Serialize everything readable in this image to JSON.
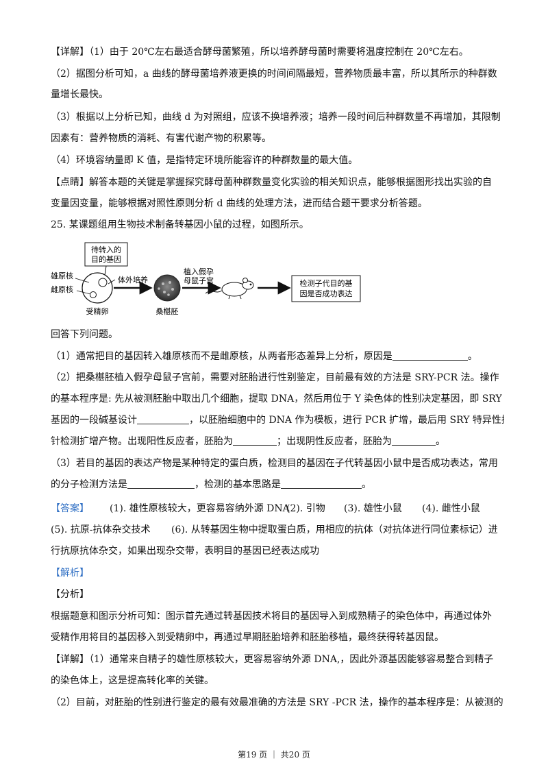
{
  "lines": {
    "l1": "【详解】（1）由于 20℃左右最适合酵母菌繁殖，所以培养酵母菌时需要将温度控制在 20℃左右。",
    "l2": "（2）据图分析可知，a 曲线的酵母菌培养液更换的时间间隔最短，营养物质最丰富，所以其所示的种群数",
    "l3": "量增长最快。",
    "l4": "（3）根据以上分析已知，曲线 d 为对照组，应该不换培养液；培养一段时间后种群数量不再增加，其限制",
    "l5": "因素有：营养物质的消耗、有害代谢产物的积累等。",
    "l6": "（4）环境容纳量即 K 值，是指特定环境所能容许的种群数量的最大值。",
    "l7": "【点睛】解答本题的关键是掌握探究酵母菌种群数量变化实验的相关知识点，能够根据图形找出实验的自",
    "l8": "变量因变量，能够根据对照性原则分析 d 曲线的处理方法，进而结合题干要求分析答题。",
    "l9": "25. 某课题组用生物技术制备转基因小鼠的过程，如图所示。",
    "l10": "回答下列问题。",
    "l11a": "（1）通常把目的基因转入雄原核而不是雌原核，从两者形态差异上分析，原因是",
    "l11b": "。",
    "l12": "（2）把桑椹胚植入假孕母鼠子宫前，需要对胚胎进行性别鉴定，目前最有效的方法是 SRY-PCR 法。操作",
    "l13": "的基本程序是: 先从被测胚胎中取出几个细胞，提取 DNA，然后用位于 Y 染色体的性别决定基因，即 SRY",
    "l14a": "基因的一段碱基设计",
    "l14b": "，以胚胎细胞中的 DNA 作为模板，进行 PCR 扩增，最后用 SRY 特异性探",
    "l15a": "针检测扩增产物。出现阳性反应者，胚胎为",
    "l15b": "；出现阴性反应者，胚胎为",
    "l15c": "。",
    "l16": "（3）若目的基因的表达产物是某种特定的蛋白质，检测目的基因在子代转基因小鼠中是否成功表达，常用",
    "l17a": "的分子检测方法是",
    "l17b": "，检测的基本思路是",
    "l17c": "。",
    "ans_label": "【答案】",
    "ans1": "(1). 雄性原核较大，更容易容纳外源 DNA",
    "ans2": "(2). 引物",
    "ans3": "(3). 雄性小鼠",
    "ans4": "(4). 雌性小鼠",
    "ans5": "(5). 抗原-抗体杂交技术",
    "ans6": "(6). 从转基因生物中提取蛋白质，用相应的抗体（对抗体进行同位素标记）进",
    "l19": "行抗原抗体杂交，如果出现杂交带，表明目的基因已经表达成功",
    "jiexi": "【解析】",
    "fenxi": "【分析】",
    "l22": "根据题意和图示分析可知：图示首先通过转基因技术将目的基因导入到成熟精子的染色体中，再通过体外",
    "l23": "受精作用将目的基因移入到受精卵中，再通过早期胚胎培养和胚胎移植，最终获得转基因鼠。",
    "l24": "【详解】（1）通常来自精子的雄性原核较大，更容易容纳外源 DNA,，因此外源基因能够容易整合到精子",
    "l25": "的染色体上，这是提高转化率的关键。",
    "l26": "（2）目前，对胚胎的性别进行鉴定的最有效最准确的方法是 SRY -PCR 法，操作的基本程序是：从被测的"
  },
  "figure": {
    "gene_box": [
      "待转入的",
      "目的基因"
    ],
    "male_nucleus": "雄原核",
    "female_nucleus": "雌原核",
    "fertilized_egg": "受精卵",
    "in_vitro_culture": "体外培养",
    "morula": "桑椹胚",
    "implant_label": [
      "植入假孕",
      "母鼠子宫"
    ],
    "result_box": [
      "检测子代目的基",
      "因是否成功表达"
    ]
  },
  "footer": "第19 页 ｜ 共20 页",
  "colors": {
    "answer_accent": "#2f6fc4"
  }
}
